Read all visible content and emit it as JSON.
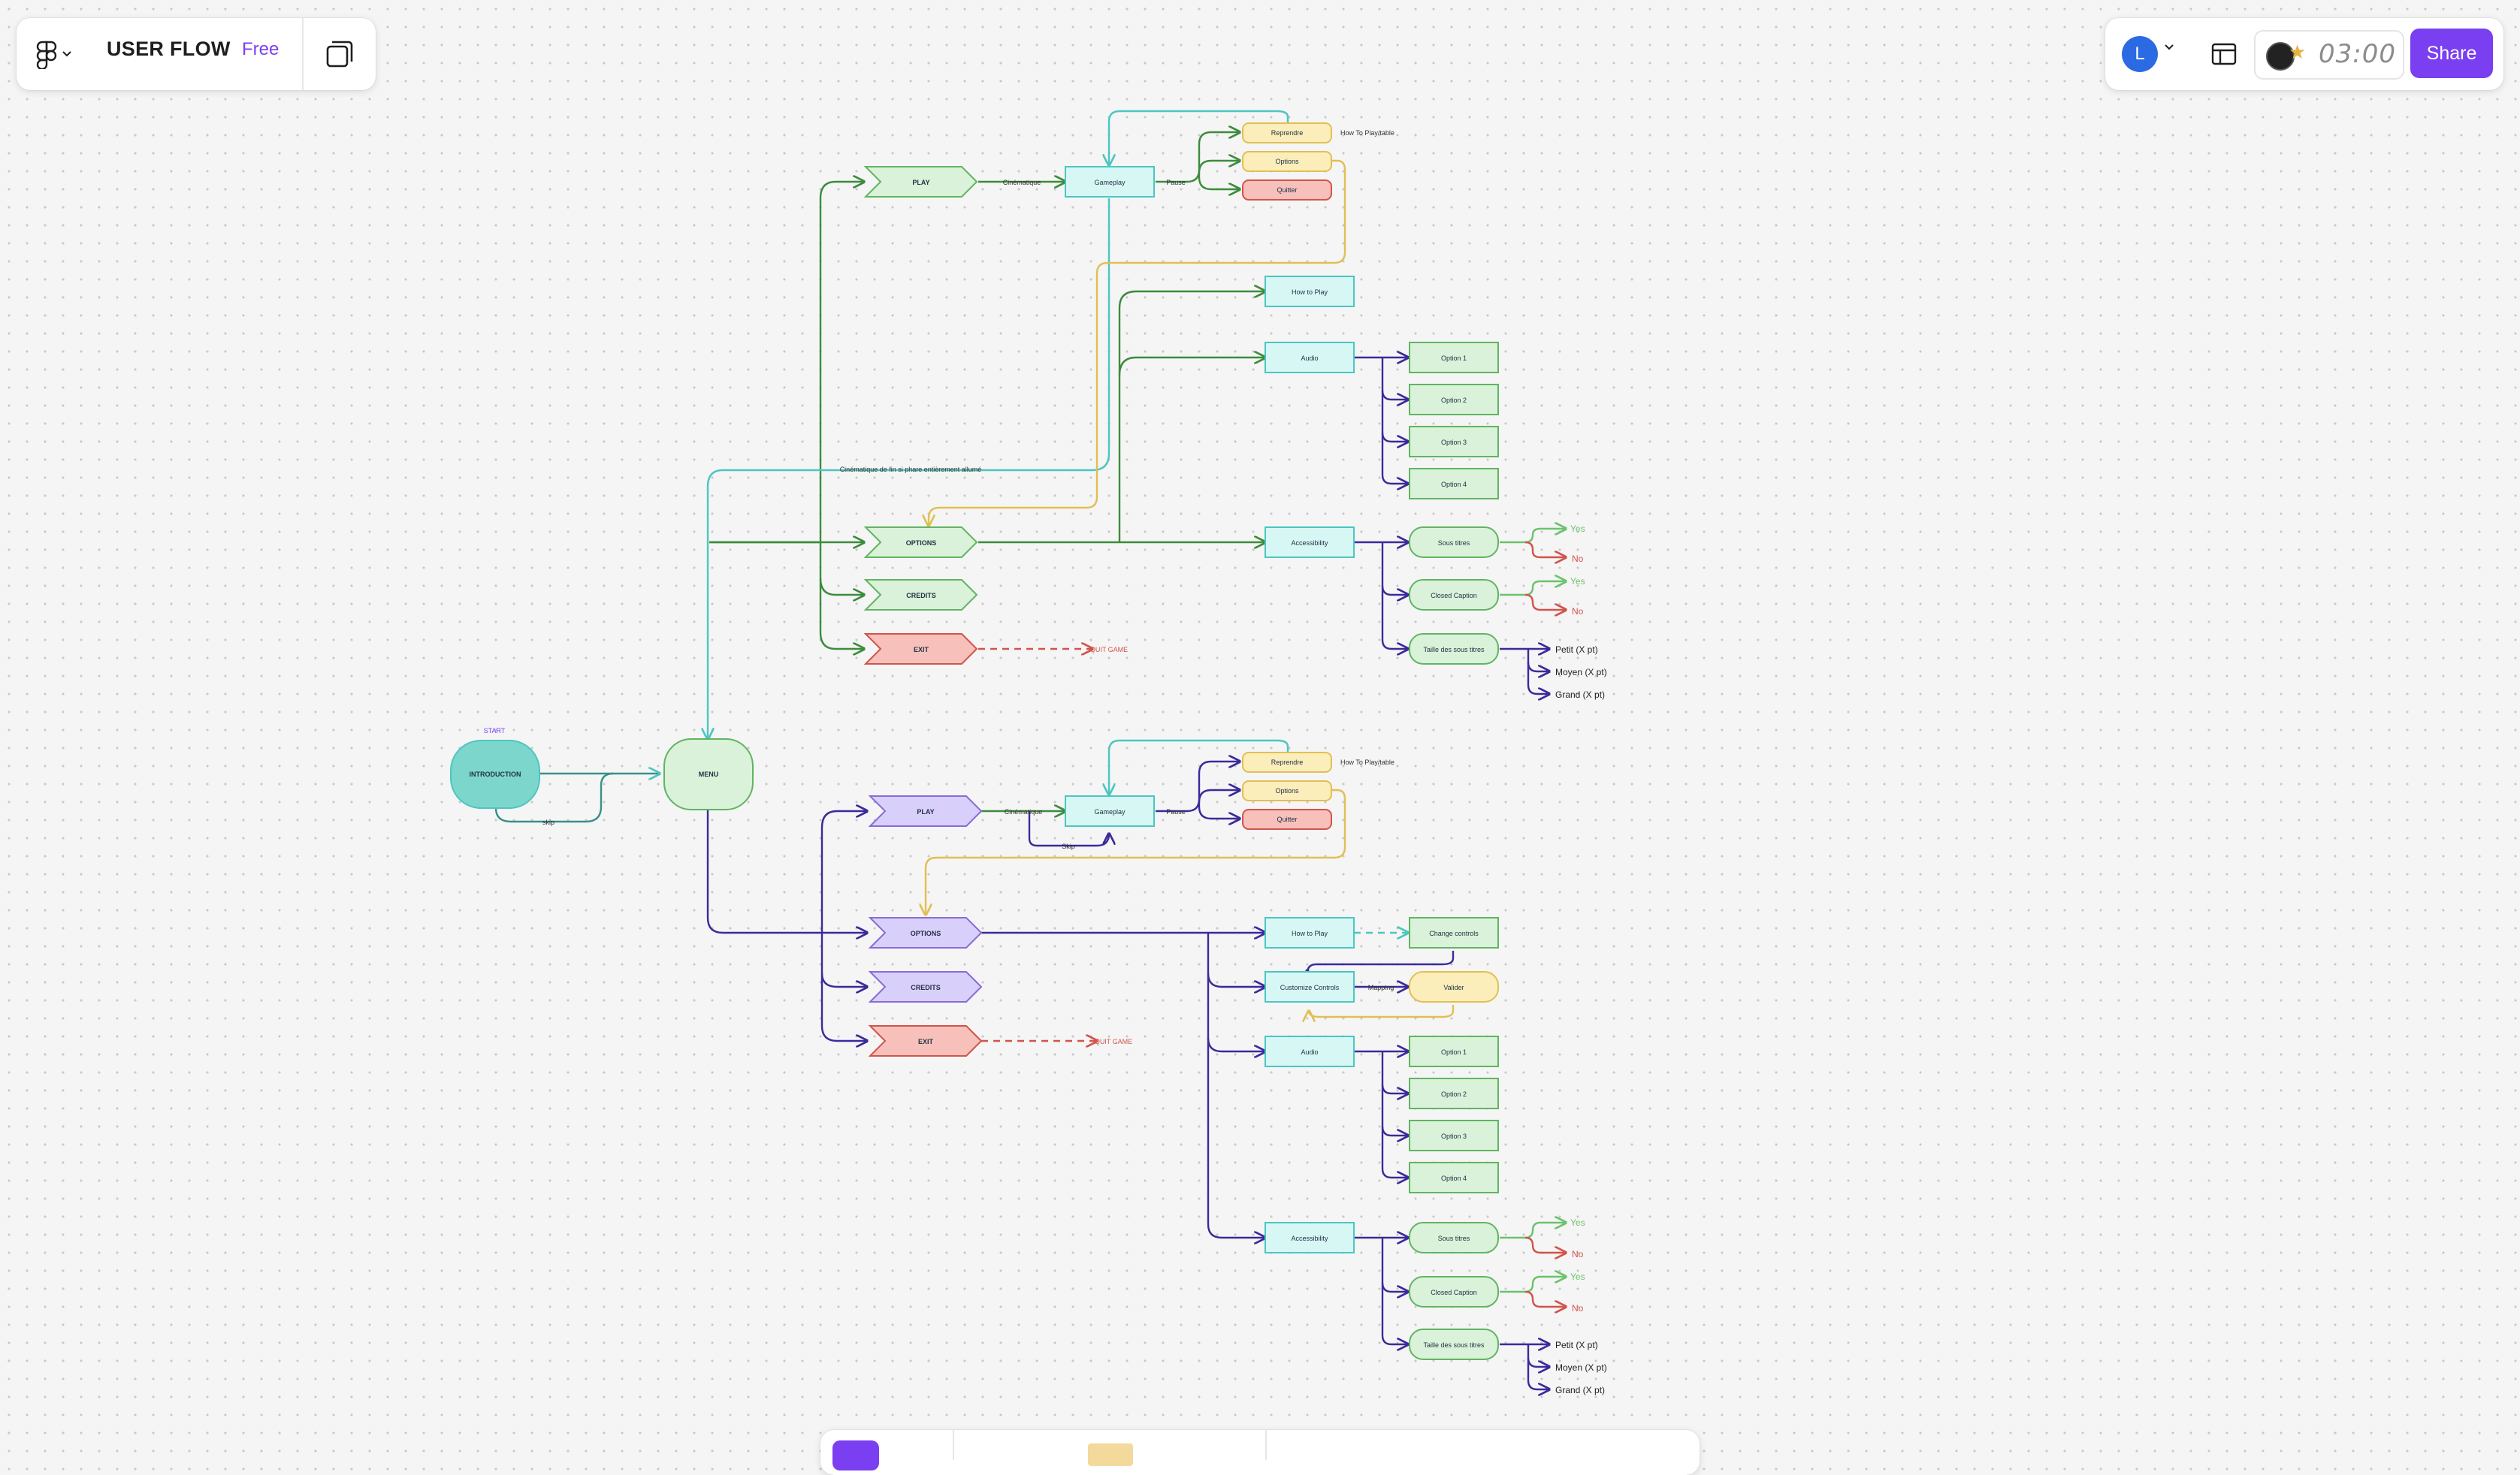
{
  "toolbar": {
    "file_title": "USER FLOW",
    "plan": "Free",
    "avatar_initial": "L",
    "timer": "03:00",
    "share_label": "Share"
  },
  "icons": {
    "main_menu": "figma-logo-icon",
    "pages": "pages-icon",
    "layout": "layout-panel-icon",
    "timer": "timer-icon"
  },
  "colors": {
    "accent": "#7b3ff2",
    "green_fill": "#d9f2d9",
    "green_stroke": "#62b462",
    "cyan_fill": "#d7f7f5",
    "cyan_stroke": "#4cc6c0",
    "purple_fill": "#d9cffb",
    "purple_stroke": "#8a6bd7",
    "red_fill": "#f7c0bb",
    "red_stroke": "#d0544b",
    "yellow_fill": "#fbeeba",
    "yellow_stroke": "#e1bf54"
  },
  "flow": {
    "start_label": "START",
    "intro": "INTRODUCTION",
    "skip": "skip",
    "menu": "MENU",
    "end_cinematic": "Cinématique de fin si phare entièrement allumé",
    "v1": {
      "play": "PLAY",
      "options": "OPTIONS",
      "credits": "CREDITS",
      "exit": "EXIT",
      "quit_game": "QUIT GAME",
      "cinematique": "Cinématique",
      "gameplay": "Gameplay",
      "pause": "Pause",
      "reprendre": "Reprendre",
      "options_item": "Options",
      "quitter": "Quitter",
      "how_to_play_table": "How To Play/table",
      "how_to_play": "How to Play",
      "audio": "Audio",
      "audio_options": [
        "Option 1",
        "Option 2",
        "Option 3",
        "Option 4"
      ],
      "accessibility": "Accessibility",
      "sous_titres": "Sous titres",
      "closed_caption": "Closed Caption",
      "taille": "Taille des sous titres",
      "yes": "Yes",
      "no": "No",
      "sizes": [
        "Petit (X pt)",
        "Moyen (X pt)",
        "Grand (X pt)"
      ]
    },
    "v2": {
      "play": "PLAY",
      "options": "OPTIONS",
      "credits": "CREDITS",
      "exit": "EXIT",
      "quit_game": "QUIT GAME",
      "cinematique": "Cinématique",
      "skip": "Skip",
      "gameplay": "Gameplay",
      "pause": "Pause",
      "reprendre": "Reprendre",
      "options_item": "Options",
      "quitter": "Quitter",
      "how_to_play_table": "How To Play/table",
      "how_to_play": "How to Play",
      "change_controls": "Change controls",
      "customize_controls": "Customize Controls",
      "mapping": "Mapping",
      "valider": "Valider",
      "audio": "Audio",
      "audio_options": [
        "Option 1",
        "Option 2",
        "Option 3",
        "Option 4"
      ],
      "accessibility": "Accessibility",
      "sous_titres": "Sous titres",
      "closed_caption": "Closed Caption",
      "taille": "Taille des sous titres",
      "yes": "Yes",
      "no": "No",
      "sizes": [
        "Petit (X pt)",
        "Moyen (X pt)",
        "Grand (X pt)"
      ]
    }
  }
}
